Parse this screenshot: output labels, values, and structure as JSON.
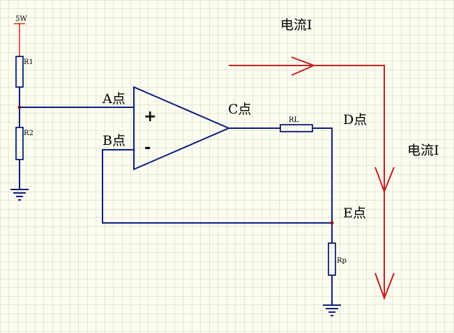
{
  "labels": {
    "supply": "5W",
    "r1": "R1",
    "r2": "R2",
    "rl": "RL",
    "rp": "Rp",
    "node_a": "A点",
    "node_b": "B点",
    "node_c": "C点",
    "node_d": "D点",
    "node_e": "E点",
    "plus": "+",
    "minus": "-",
    "current_top": "电流I",
    "current_right": "电流I"
  },
  "colors": {
    "background": "#fdfdf1",
    "grid": "#cfcfba",
    "wire": "#0a1d78",
    "current_arrow": "#c41e1e",
    "supply_wire": "#c0331f",
    "junction": "#8a1a1a"
  }
}
